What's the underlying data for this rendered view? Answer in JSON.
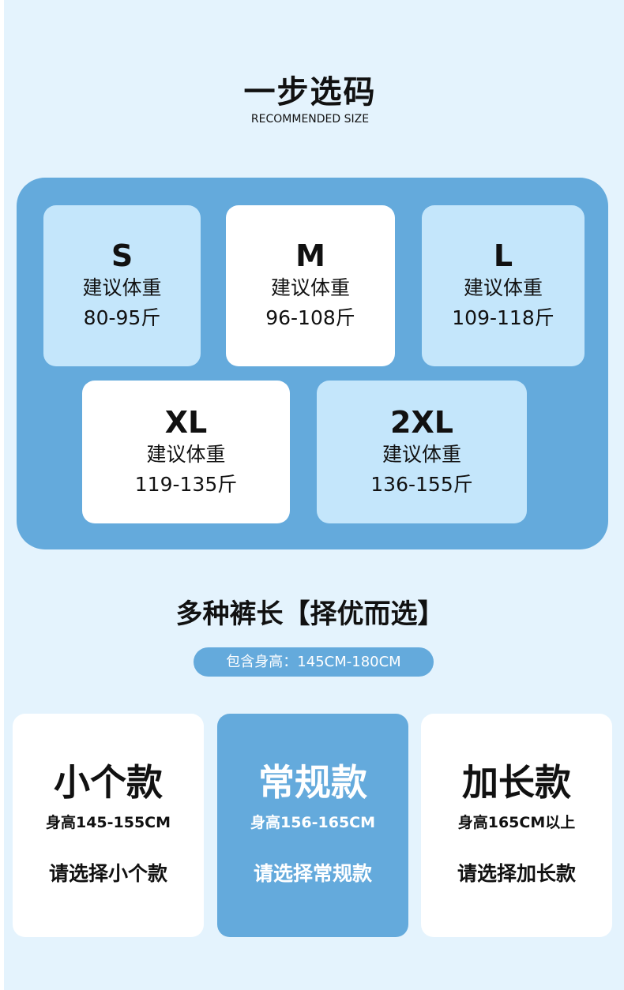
{
  "header": {
    "title": "一步选码",
    "subtitle": "RECOMMENDED SIZE"
  },
  "sizes": [
    {
      "size": "S",
      "label": "建议体重",
      "range": "80-95斤"
    },
    {
      "size": "M",
      "label": "建议体重",
      "range": "96-108斤"
    },
    {
      "size": "L",
      "label": "建议体重",
      "range": "109-118斤"
    },
    {
      "size": "XL",
      "label": "建议体重",
      "range": "119-135斤"
    },
    {
      "size": "2XL",
      "label": "建议体重",
      "range": "136-155斤"
    }
  ],
  "lengths": {
    "title": "多种裤长【择优而选】",
    "pill": "包含身高：145CM-180CM",
    "options": [
      {
        "name": "小个款",
        "height": "身高145-155CM",
        "select": "请选择小个款"
      },
      {
        "name": "常规款",
        "height": "身高156-165CM",
        "select": "请选择常规款"
      },
      {
        "name": "加长款",
        "height": "身高165CM以上",
        "select": "请选择加长款"
      }
    ]
  },
  "colors": {
    "background": "#e4f3fd",
    "accent": "#64aadc",
    "light": "#c4e6fb"
  }
}
